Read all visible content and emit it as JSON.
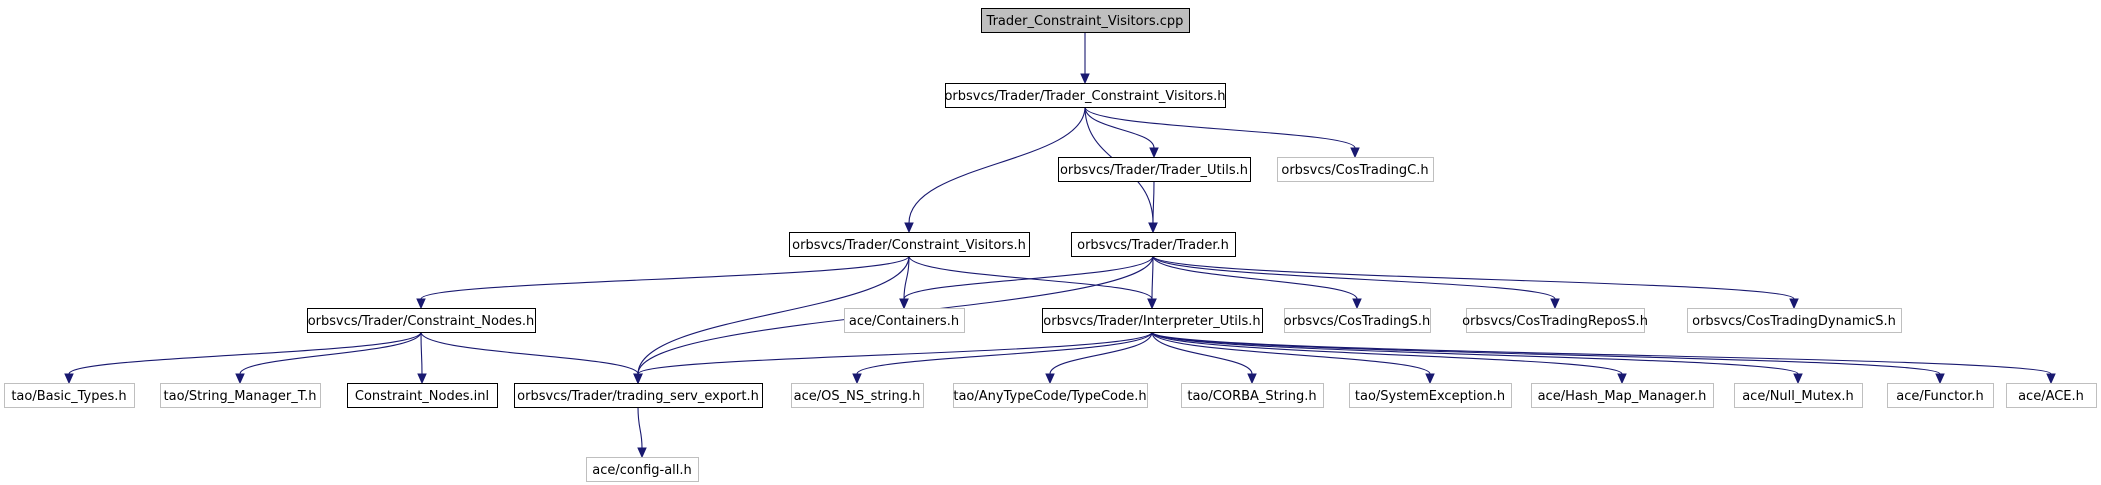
{
  "colors": {
    "background": "#ffffff",
    "root_fill": "#bfbfbf",
    "documented_border": "#000000",
    "undocumented_border": "#bfbfbf",
    "edge": "#191970",
    "text": "#000000"
  },
  "nodes": [
    {
      "id": "root",
      "label": "Trader_Constraint_Visitors.cpp",
      "style": "root"
    },
    {
      "id": "tcv_h",
      "label": "orbsvcs/Trader/Trader_Constraint_Visitors.h",
      "style": "documented"
    },
    {
      "id": "trader_utils",
      "label": "orbsvcs/Trader/Trader_Utils.h",
      "style": "documented"
    },
    {
      "id": "costradingc",
      "label": "orbsvcs/CosTradingC.h",
      "style": "undocumented"
    },
    {
      "id": "cv_h",
      "label": "orbsvcs/Trader/Constraint_Visitors.h",
      "style": "documented"
    },
    {
      "id": "trader_h",
      "label": "orbsvcs/Trader/Trader.h",
      "style": "documented"
    },
    {
      "id": "cn_h",
      "label": "orbsvcs/Trader/Constraint_Nodes.h",
      "style": "documented"
    },
    {
      "id": "containers",
      "label": "ace/Containers.h",
      "style": "undocumented"
    },
    {
      "id": "interp",
      "label": "orbsvcs/Trader/Interpreter_Utils.h",
      "style": "documented"
    },
    {
      "id": "costradings",
      "label": "orbsvcs/CosTradingS.h",
      "style": "undocumented"
    },
    {
      "id": "costradingrepos",
      "label": "orbsvcs/CosTradingReposS.h",
      "style": "undocumented"
    },
    {
      "id": "costradingdyn",
      "label": "orbsvcs/CosTradingDynamicS.h",
      "style": "undocumented"
    },
    {
      "id": "basic_types",
      "label": "tao/Basic_Types.h",
      "style": "undocumented"
    },
    {
      "id": "string_mgr",
      "label": "tao/String_Manager_T.h",
      "style": "undocumented"
    },
    {
      "id": "cn_inl",
      "label": "Constraint_Nodes.inl",
      "style": "documented"
    },
    {
      "id": "tse",
      "label": "orbsvcs/Trader/trading_serv_export.h",
      "style": "documented"
    },
    {
      "id": "os_ns",
      "label": "ace/OS_NS_string.h",
      "style": "undocumented"
    },
    {
      "id": "typecode",
      "label": "tao/AnyTypeCode/TypeCode.h",
      "style": "undocumented"
    },
    {
      "id": "corba_string",
      "label": "tao/CORBA_String.h",
      "style": "undocumented"
    },
    {
      "id": "sysexc",
      "label": "tao/SystemException.h",
      "style": "undocumented"
    },
    {
      "id": "hashmap",
      "label": "ace/Hash_Map_Manager.h",
      "style": "undocumented"
    },
    {
      "id": "nullmutex",
      "label": "ace/Null_Mutex.h",
      "style": "undocumented"
    },
    {
      "id": "functor",
      "label": "ace/Functor.h",
      "style": "undocumented"
    },
    {
      "id": "ace_h",
      "label": "ace/ACE.h",
      "style": "undocumented"
    },
    {
      "id": "config_all",
      "label": "ace/config-all.h",
      "style": "undocumented"
    }
  ],
  "edges": [
    {
      "from": "root",
      "to": "tcv_h"
    },
    {
      "from": "tcv_h",
      "to": "cv_h"
    },
    {
      "from": "tcv_h",
      "to": "trader_utils"
    },
    {
      "from": "tcv_h",
      "to": "costradingc"
    },
    {
      "from": "tcv_h",
      "to": "trader_h"
    },
    {
      "from": "trader_utils",
      "to": "trader_h"
    },
    {
      "from": "cv_h",
      "to": "cn_h"
    },
    {
      "from": "cv_h",
      "to": "containers"
    },
    {
      "from": "cv_h",
      "to": "interp"
    },
    {
      "from": "cv_h",
      "to": "tse"
    },
    {
      "from": "trader_h",
      "to": "containers"
    },
    {
      "from": "trader_h",
      "to": "interp"
    },
    {
      "from": "trader_h",
      "to": "tse"
    },
    {
      "from": "trader_h",
      "to": "costradings"
    },
    {
      "from": "trader_h",
      "to": "costradingrepos"
    },
    {
      "from": "trader_h",
      "to": "costradingdyn"
    },
    {
      "from": "cn_h",
      "to": "basic_types"
    },
    {
      "from": "cn_h",
      "to": "string_mgr"
    },
    {
      "from": "cn_h",
      "to": "cn_inl"
    },
    {
      "from": "cn_h",
      "to": "tse"
    },
    {
      "from": "interp",
      "to": "tse"
    },
    {
      "from": "interp",
      "to": "os_ns"
    },
    {
      "from": "interp",
      "to": "typecode"
    },
    {
      "from": "interp",
      "to": "corba_string"
    },
    {
      "from": "interp",
      "to": "sysexc"
    },
    {
      "from": "interp",
      "to": "hashmap"
    },
    {
      "from": "interp",
      "to": "nullmutex"
    },
    {
      "from": "interp",
      "to": "functor"
    },
    {
      "from": "interp",
      "to": "ace_h"
    },
    {
      "from": "tse",
      "to": "config_all"
    }
  ]
}
